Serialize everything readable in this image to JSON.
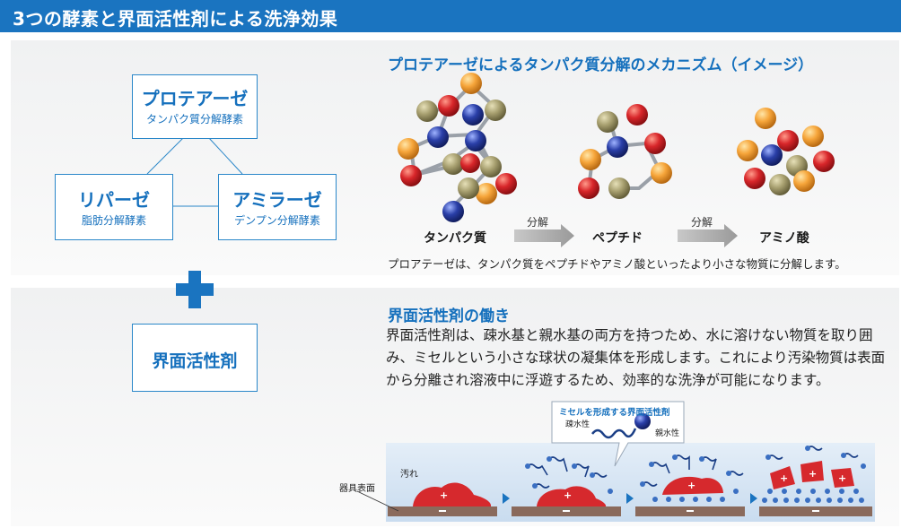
{
  "header": {
    "title": "3つの酵素と界面活性剤による洗浄効果"
  },
  "enzymes": {
    "protease": {
      "name": "プロテアーゼ",
      "desc": "タンパク質分解酵素"
    },
    "lipase": {
      "name": "リパーゼ",
      "desc": "脂肪分解酵素"
    },
    "amylase": {
      "name": "アミラーゼ",
      "desc": "デンプン分解酵素"
    }
  },
  "surfactant": {
    "name": "界面活性剤"
  },
  "mechanism": {
    "title": "プロテアーゼによるタンパク質分解のメカニズム（イメージ）",
    "stages": [
      "タンパク質",
      "ペプチド",
      "アミノ酸"
    ],
    "arrow_label": "分解",
    "caption": "プロアテーゼは、タンパク質をペプチドやアミノ酸といったより小さな物質に分解します。"
  },
  "surfactant_action": {
    "title": "界面活性剤の働き",
    "lines": [
      "界面活性剤は、疎水基と親水基の両方を持つため、水に溶けない物質を取り囲",
      "み、ミセルという小さな球状の凝集体を形成します。これにより汚染物質は表面",
      "から分離され溶液中に浮遊するため、効率的な洗浄が可能になります。"
    ]
  },
  "illustration": {
    "callout_title": "ミセルを形成する界面活性剤",
    "hydrophobic": "疎水性",
    "hydrophilic": "親水性",
    "dirt": "汚れ",
    "surface": "器具表面"
  },
  "colors": {
    "accent": "#1a74c0",
    "text_blue": "#1570bd"
  }
}
